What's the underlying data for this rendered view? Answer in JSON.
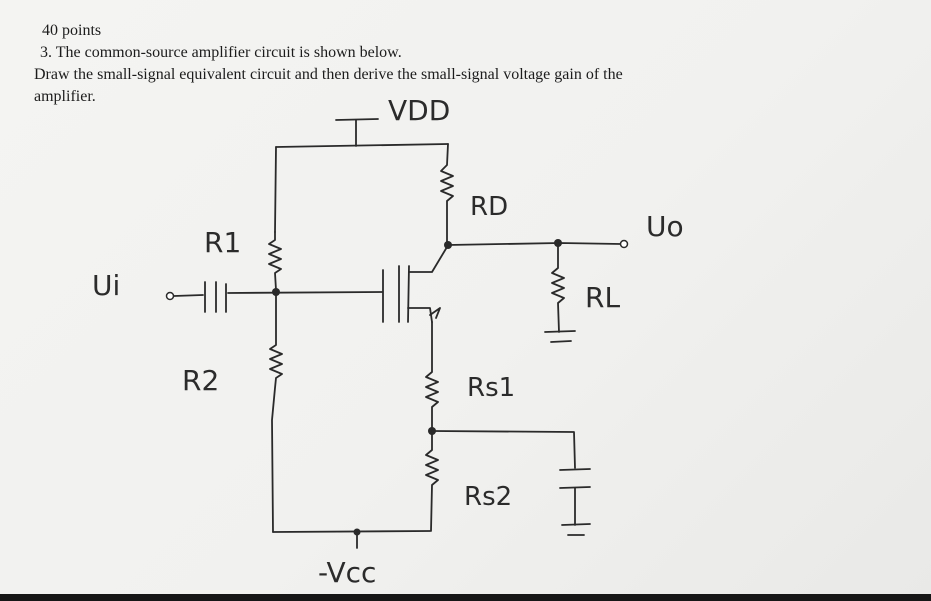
{
  "problem": {
    "points": "40 points",
    "statement": "3. The common-source amplifier circuit is shown below.",
    "instruction": "Draw the small-signal equivalent circuit and then derive the small-signal voltage gain of the",
    "instruction_cont": "amplifier."
  },
  "circuit": {
    "vdd": "VDD",
    "vcc": "-Vcc",
    "input": "Ui",
    "output": "Uo",
    "r1": "R1",
    "r2": "R2",
    "rd": "RD",
    "rl": "RL",
    "rs1": "Rs1",
    "rs2": "Rs2"
  }
}
